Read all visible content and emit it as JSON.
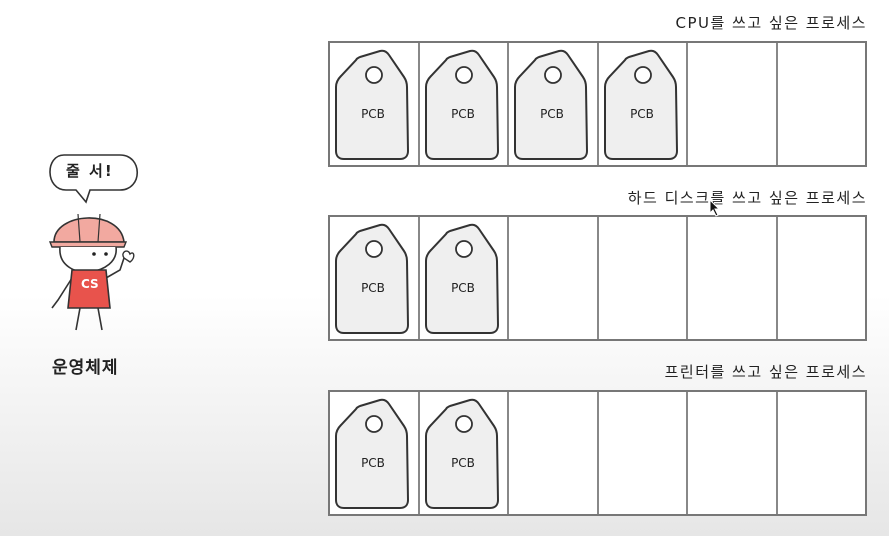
{
  "queues": [
    {
      "label": "CPU를 쓰고 싶은 프로세스",
      "filled": 4,
      "capacity": 6
    },
    {
      "label": "하드 디스크를 쓰고 싶은 프로세스",
      "filled": 2,
      "capacity": 6
    },
    {
      "label": "프린터를 쓰고 싶은 프로세스",
      "filled": 2,
      "capacity": 6
    }
  ],
  "pcb_label": "PCB",
  "character": {
    "speech": "줄 서!",
    "shirt_text": "CS",
    "caption": "운영체제"
  },
  "colors": {
    "helmet": "#f2a9a0",
    "shirt": "#e8534c",
    "tag_fill": "#efefef",
    "tag_stroke": "#333333"
  },
  "icons": [
    "mouse-cursor-icon",
    "pcb-tag-icon",
    "character-illustration"
  ]
}
